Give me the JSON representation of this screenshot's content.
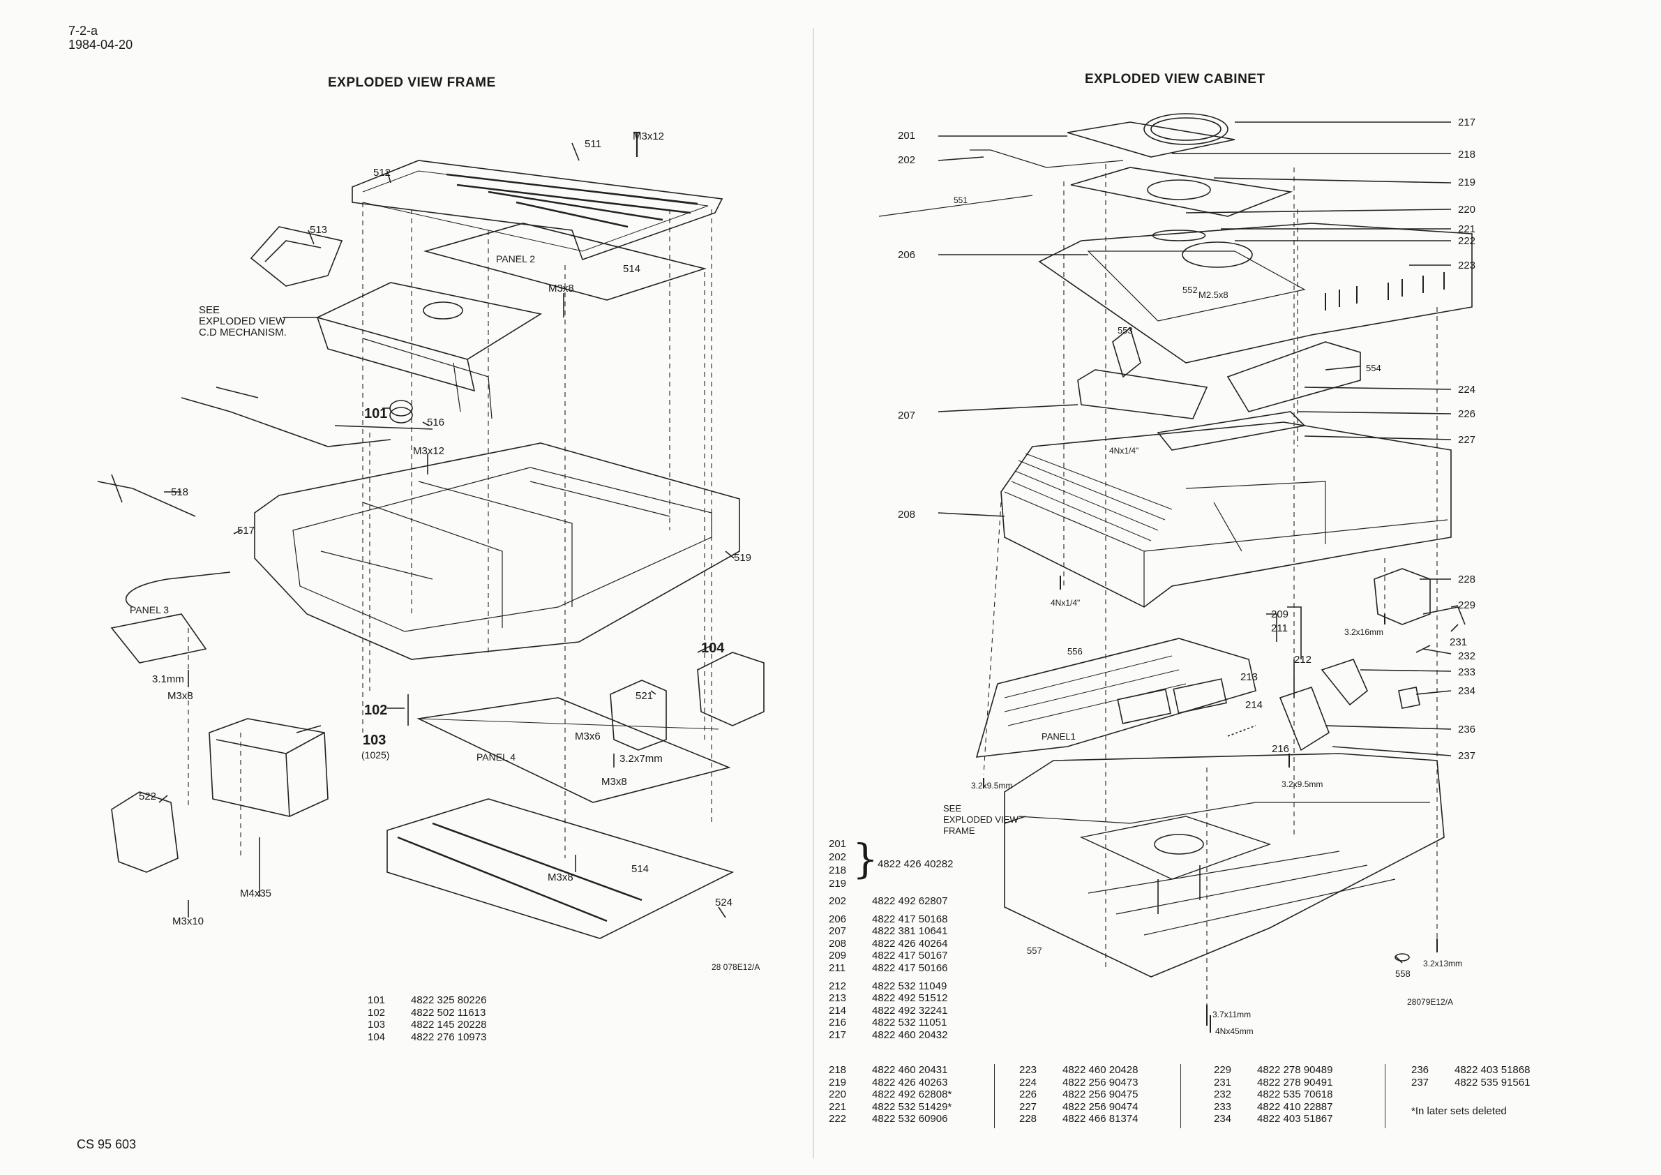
{
  "header": {
    "code": "7-2-a",
    "date": "1984-04-20"
  },
  "titles": {
    "frame": "EXPLODED VIEW FRAME",
    "cabinet": "EXPLODED VIEW CABINET"
  },
  "footer": {
    "code": "CS 95 603"
  },
  "frame": {
    "drawing_no": "28 078E12/A",
    "see_note": [
      "SEE",
      "EXPLODED VIEW",
      "C.D MECHANISM."
    ],
    "panels": [
      "PANEL 2",
      "PANEL 3",
      "PANEL 4"
    ],
    "labels": [
      "511",
      "512",
      "513",
      "514",
      "516",
      "517",
      "518",
      "519",
      "521",
      "522",
      "524",
      "514"
    ],
    "bold_labels": [
      "101",
      "102",
      "103",
      "104"
    ],
    "sub_label": "(1025)",
    "screws": [
      "M3x12",
      "M3x8",
      "M3x12",
      "3.1mm",
      "M3x8",
      "M3x6",
      "3.2x7mm",
      "M3x8",
      "M3x8",
      "M4x35",
      "M3x10"
    ]
  },
  "cabinet": {
    "drawing_no": "28079E12/A",
    "see_note": [
      "SEE",
      "EXPLODED VIEW",
      "FRAME"
    ],
    "panel": "PANEL1",
    "left_callouts": [
      "201",
      "202",
      "551",
      "206",
      "207",
      "208"
    ],
    "right_callouts": [
      "217",
      "218",
      "219",
      "220",
      "221",
      "222",
      "223",
      "554",
      "224",
      "226",
      "227",
      "228",
      "229",
      "231",
      "232",
      "233",
      "234",
      "236",
      "237"
    ],
    "inner_labels": [
      "552",
      "553",
      "209",
      "211",
      "212",
      "213",
      "214",
      "216",
      "556",
      "557",
      "558"
    ],
    "screws": [
      "M2.5x8",
      "4Nx1/4\"",
      "4Nx1/4\"",
      "3.2x16mm",
      "3.2x9.5mm",
      "3.2x9.5mm",
      "3.2x13mm",
      "3.7x11mm",
      "4Nx45mm"
    ]
  },
  "parts_frame": [
    {
      "ref": "101",
      "pn": "4822 325 80226"
    },
    {
      "ref": "102",
      "pn": "4822 502 11613"
    },
    {
      "ref": "103",
      "pn": "4822 145 20228"
    },
    {
      "ref": "104",
      "pn": "4822 276 10973"
    }
  ],
  "parts_cabinet_group": {
    "refs": [
      "201",
      "202",
      "218",
      "219"
    ],
    "pn": "4822 426 40282"
  },
  "parts_cabinet_a": [
    {
      "ref": "202",
      "pn": "4822 492 62807"
    },
    {
      "ref": "206",
      "pn": "4822 417 50168"
    },
    {
      "ref": "207",
      "pn": "4822 381 10641"
    },
    {
      "ref": "208",
      "pn": "4822 426 40264"
    },
    {
      "ref": "209",
      "pn": "4822 417 50167"
    },
    {
      "ref": "211",
      "pn": "4822 417 50166"
    },
    {
      "ref": "212",
      "pn": "4822 532 11049"
    },
    {
      "ref": "213",
      "pn": "4822 492 51512"
    },
    {
      "ref": "214",
      "pn": "4822 492 32241"
    },
    {
      "ref": "216",
      "pn": "4822 532 11051"
    },
    {
      "ref": "217",
      "pn": "4822 460 20432"
    }
  ],
  "parts_cabinet_cols": [
    [
      {
        "ref": "218",
        "pn": "4822 460 20431"
      },
      {
        "ref": "219",
        "pn": "4822 426 40263"
      },
      {
        "ref": "220",
        "pn": "4822 492 62808*"
      },
      {
        "ref": "221",
        "pn": "4822 532 51429*"
      },
      {
        "ref": "222",
        "pn": "4822 532 60906"
      }
    ],
    [
      {
        "ref": "223",
        "pn": "4822 460 20428"
      },
      {
        "ref": "224",
        "pn": "4822 256 90473"
      },
      {
        "ref": "226",
        "pn": "4822 256 90475"
      },
      {
        "ref": "227",
        "pn": "4822 256 90474"
      },
      {
        "ref": "228",
        "pn": "4822 466 81374"
      }
    ],
    [
      {
        "ref": "229",
        "pn": "4822 278 90489"
      },
      {
        "ref": "231",
        "pn": "4822 278 90491"
      },
      {
        "ref": "232",
        "pn": "4822 535 70618"
      },
      {
        "ref": "233",
        "pn": "4822 410 22887"
      },
      {
        "ref": "234",
        "pn": "4822 403 51867"
      }
    ],
    [
      {
        "ref": "236",
        "pn": "4822 403 51868"
      },
      {
        "ref": "237",
        "pn": "4822 535 91561"
      }
    ]
  ],
  "note": "*In later sets deleted"
}
